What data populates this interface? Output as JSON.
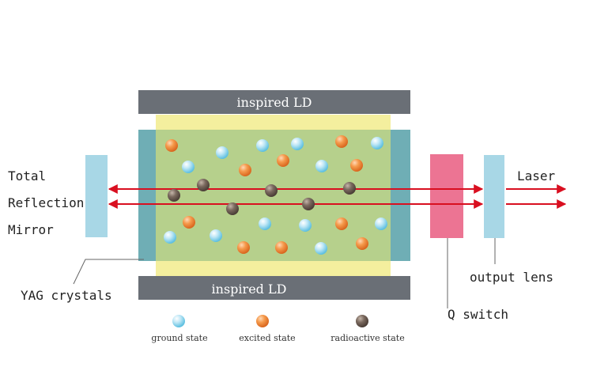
{
  "top_ld_label": "inspired LD",
  "bottom_ld_label": "inspired LD",
  "mirror_label": {
    "line1": "Total",
    "line2": "Reflection",
    "line3": "Mirror"
  },
  "laser_label": "Laser",
  "output_lens_label": "output lens",
  "q_switch_label": "Q switch",
  "yag_label": "YAG crystals",
  "legend": {
    "ground": "ground state",
    "excited": "excited state",
    "radioactive": "radioactive state"
  },
  "colors": {
    "ld_bar": "#6a6f76",
    "yag_fill": "#b6d08c",
    "pump_glow": "#f4ef9e",
    "crystal_end": "#6faeb5",
    "mirror": "#a8d7e6",
    "q_switch": "#ec7493",
    "output_lens": "#a8d7e6",
    "laser_beam": "#d90f20",
    "ground_particle": "#8fd4ee",
    "excited_particle": "#f08a3a",
    "radioactive_particle": "#6a5b52"
  }
}
